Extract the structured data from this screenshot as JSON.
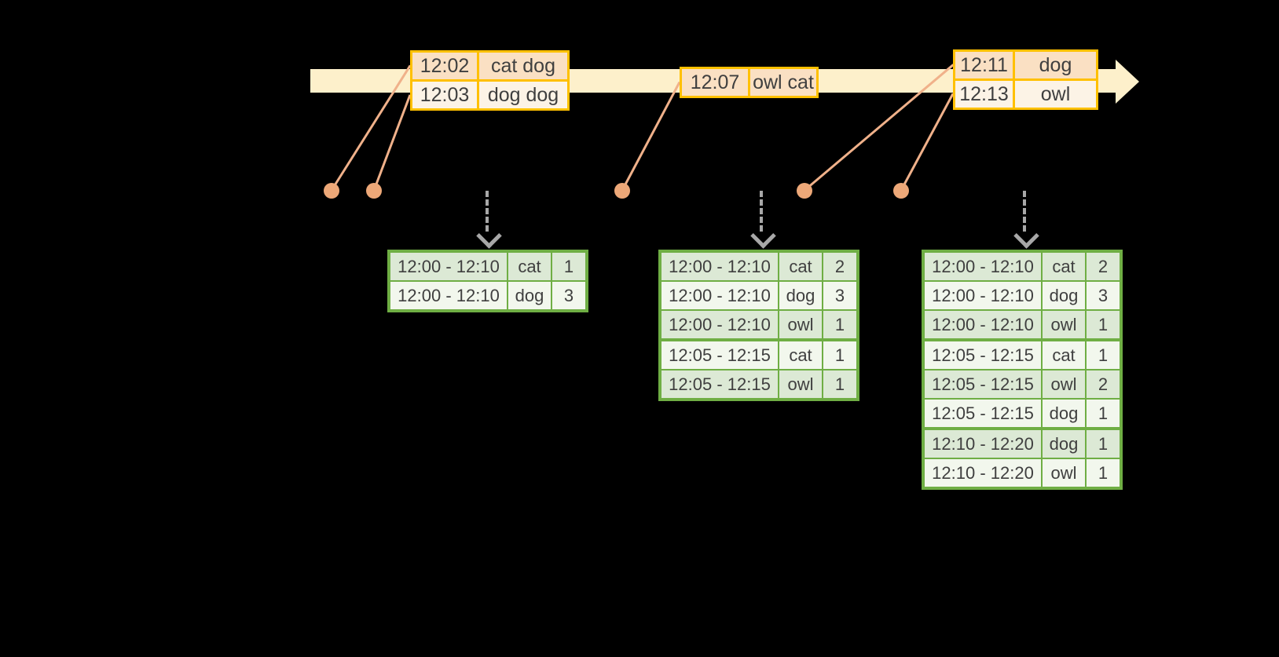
{
  "diagram": {
    "description": "timeline of streamed word events with windowed word-count result tables",
    "event_tables": [
      {
        "rows": [
          [
            "12:02",
            "cat dog"
          ],
          [
            "12:03",
            "dog dog"
          ]
        ]
      },
      {
        "rows": [
          [
            "12:07",
            "owl cat"
          ]
        ]
      },
      {
        "rows": [
          [
            "12:11",
            "dog"
          ],
          [
            "12:13",
            "owl"
          ]
        ]
      }
    ],
    "result_tables": [
      {
        "rows": [
          [
            "12:00 - 12:10",
            "cat",
            "1"
          ],
          [
            "12:00 - 12:10",
            "dog",
            "3"
          ]
        ],
        "group_starts": []
      },
      {
        "rows": [
          [
            "12:00 - 12:10",
            "cat",
            "2"
          ],
          [
            "12:00 - 12:10",
            "dog",
            "3"
          ],
          [
            "12:00 - 12:10",
            "owl",
            "1"
          ],
          [
            "12:05 - 12:15",
            "cat",
            "1"
          ],
          [
            "12:05 - 12:15",
            "owl",
            "1"
          ]
        ],
        "group_starts": [
          3
        ]
      },
      {
        "rows": [
          [
            "12:00 - 12:10",
            "cat",
            "2"
          ],
          [
            "12:00 - 12:10",
            "dog",
            "3"
          ],
          [
            "12:00 - 12:10",
            "owl",
            "1"
          ],
          [
            "12:05 - 12:15",
            "cat",
            "1"
          ],
          [
            "12:05 - 12:15",
            "owl",
            "2"
          ],
          [
            "12:05 - 12:15",
            "dog",
            "1"
          ],
          [
            "12:10 - 12:20",
            "dog",
            "1"
          ],
          [
            "12:10 - 12:20",
            "owl",
            "1"
          ]
        ],
        "group_starts": [
          3,
          6
        ]
      }
    ],
    "colors": {
      "background": "#000000",
      "timeline_band": "#FDF0CB",
      "event_table_border": "#FFC000",
      "event_row_dark": "#FAE0C3",
      "event_row_light": "#FCF3E6",
      "result_table_border": "#6FAE44",
      "result_row_dark": "#DCE9D5",
      "result_row_light": "#F2F7ED",
      "connector_line": "#F0B18A",
      "event_dot": "#EDA878",
      "trigger_arrow": "#A8A8A8",
      "table_text": "#3F3F3F"
    }
  }
}
